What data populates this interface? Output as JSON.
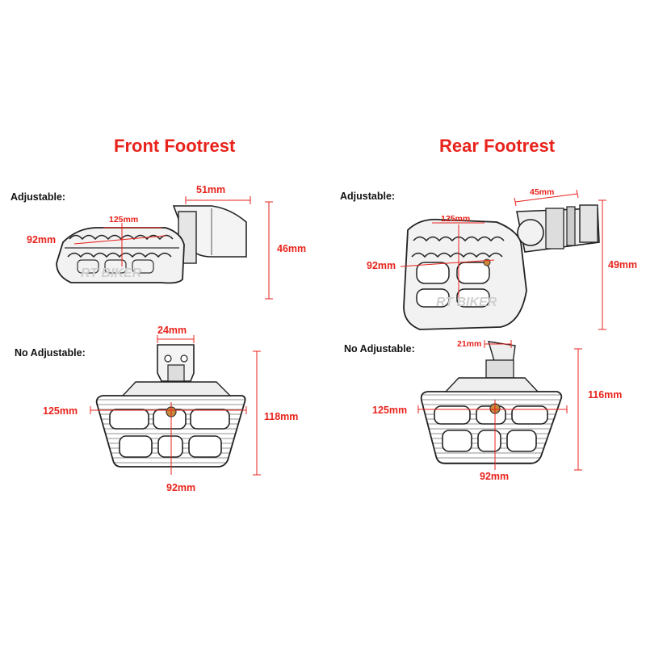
{
  "titles": {
    "front": "Front Footrest",
    "rear": "Rear Footrest"
  },
  "sections": {
    "front_adjustable": "Adjustable:",
    "front_fixed": "No Adjustable:",
    "rear_adjustable": "Adjustable:",
    "rear_fixed": "No Adjustable:"
  },
  "dimensions": {
    "front_adjustable": {
      "width": "125mm",
      "depth": "92mm",
      "stud": "51mm",
      "height": "46mm"
    },
    "front_fixed": {
      "mount": "24mm",
      "width": "125mm",
      "height": "118mm",
      "depth": "92mm"
    },
    "rear_adjustable": {
      "stud": "45mm",
      "width": "125mm",
      "depth": "92mm",
      "height": "49mm"
    },
    "rear_fixed": {
      "mount": "21mm",
      "width": "125mm",
      "height": "116mm",
      "depth": "92mm"
    }
  },
  "watermark": "RT BIKER",
  "colors": {
    "accent": "#e8231c",
    "ink": "#111111"
  }
}
